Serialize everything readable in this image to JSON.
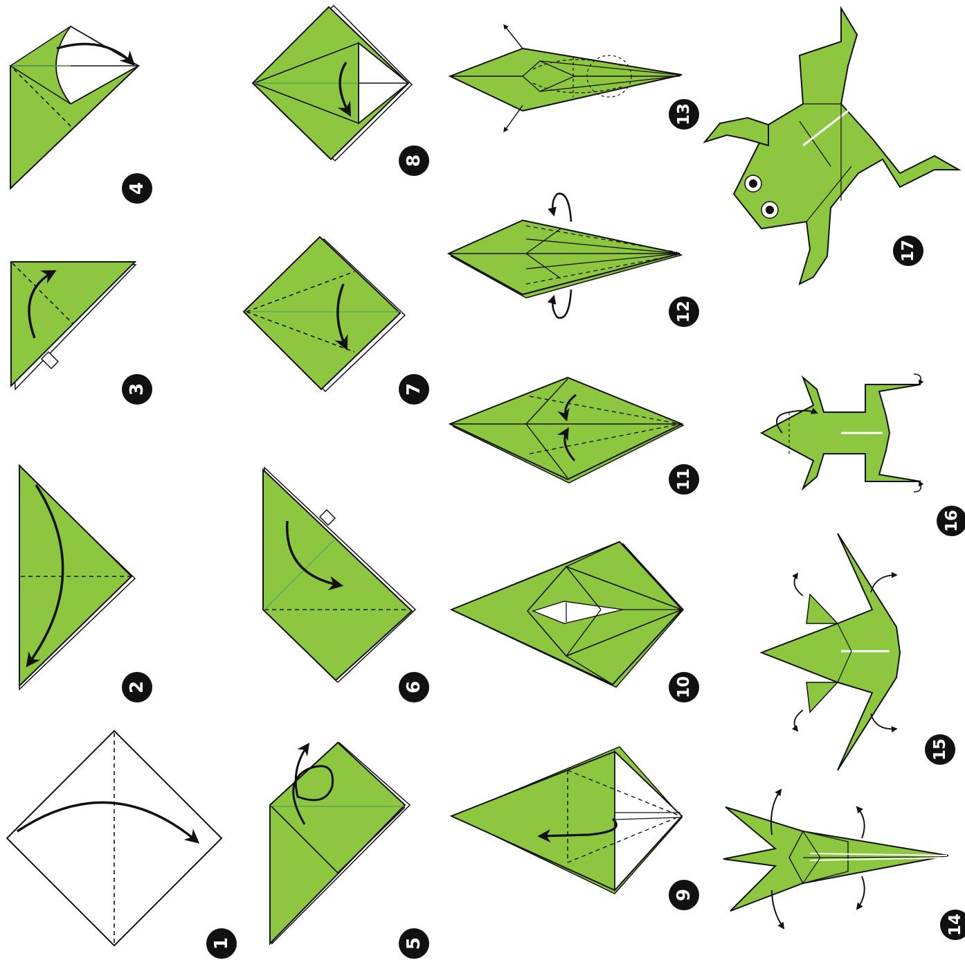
{
  "diagram": {
    "colors": {
      "paper_front": "#8dc63f",
      "paper_back": "#ffffff",
      "outline": "#1a1a1a",
      "crease_line": "#5aa85a",
      "arrow": "#111111",
      "badge_fill": "#111111",
      "badge_text": "#ffffff"
    },
    "steps": [
      {
        "number": "1",
        "description": "fold-in-half-diagonal"
      },
      {
        "number": "2",
        "description": "fold-triangle-in-half"
      },
      {
        "number": "3",
        "description": "fold-flap-up"
      },
      {
        "number": "4",
        "description": "squash-fold"
      },
      {
        "number": "5",
        "description": "turn-over-and-repeat"
      },
      {
        "number": "6",
        "description": "fold-top-layer-down"
      },
      {
        "number": "7",
        "description": "fold-edges-to-center"
      },
      {
        "number": "8",
        "description": "petal-fold"
      },
      {
        "number": "9",
        "description": "reverse-fold-point"
      },
      {
        "number": "10",
        "description": "result-lily-base"
      },
      {
        "number": "11",
        "description": "fold-edges-to-center-line"
      },
      {
        "number": "12",
        "description": "fold-flaps-behind"
      },
      {
        "number": "13",
        "description": "pull-out-legs"
      },
      {
        "number": "14",
        "description": "outside-reverse-fold-legs"
      },
      {
        "number": "15",
        "description": "reverse-fold-feet"
      },
      {
        "number": "16",
        "description": "fold-back-and-shape"
      },
      {
        "number": "17",
        "description": "finished-frog"
      }
    ]
  }
}
